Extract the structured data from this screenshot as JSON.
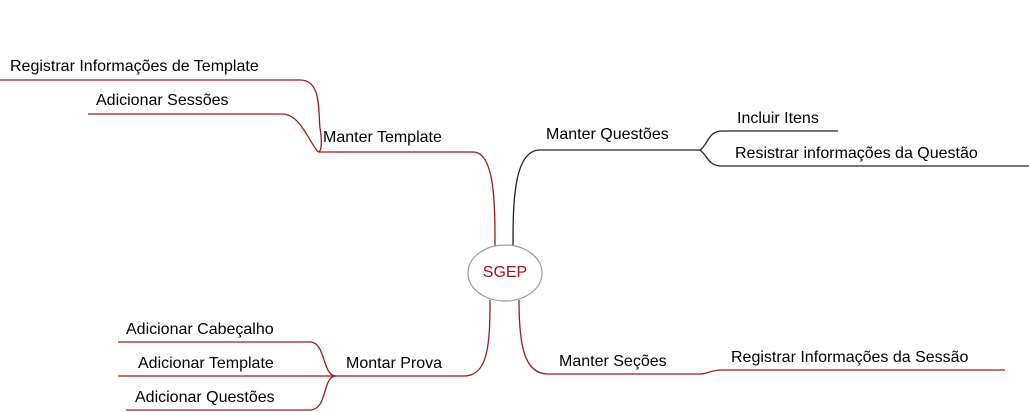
{
  "mindmap": {
    "root": "SGEP",
    "branches": [
      {
        "label": "Manter Template",
        "children": [
          "Registrar Informações de Template",
          "Adicionar Sessões"
        ]
      },
      {
        "label": "Manter Questões",
        "children": [
          "Incluir Itens",
          "Resistrar informações da Questão"
        ]
      },
      {
        "label": "Montar Prova",
        "children": [
          "Adicionar Cabeçalho",
          "Adicionar Template",
          "Adicionar Questões"
        ]
      },
      {
        "label": "Manter Seções",
        "children": [
          "Registrar Informações da Sessão"
        ]
      }
    ]
  },
  "colors": {
    "branch_red": "#9b1c1c",
    "branch_dark": "#222222",
    "root_text": "#a01010",
    "root_border": "#9a9a9a"
  }
}
